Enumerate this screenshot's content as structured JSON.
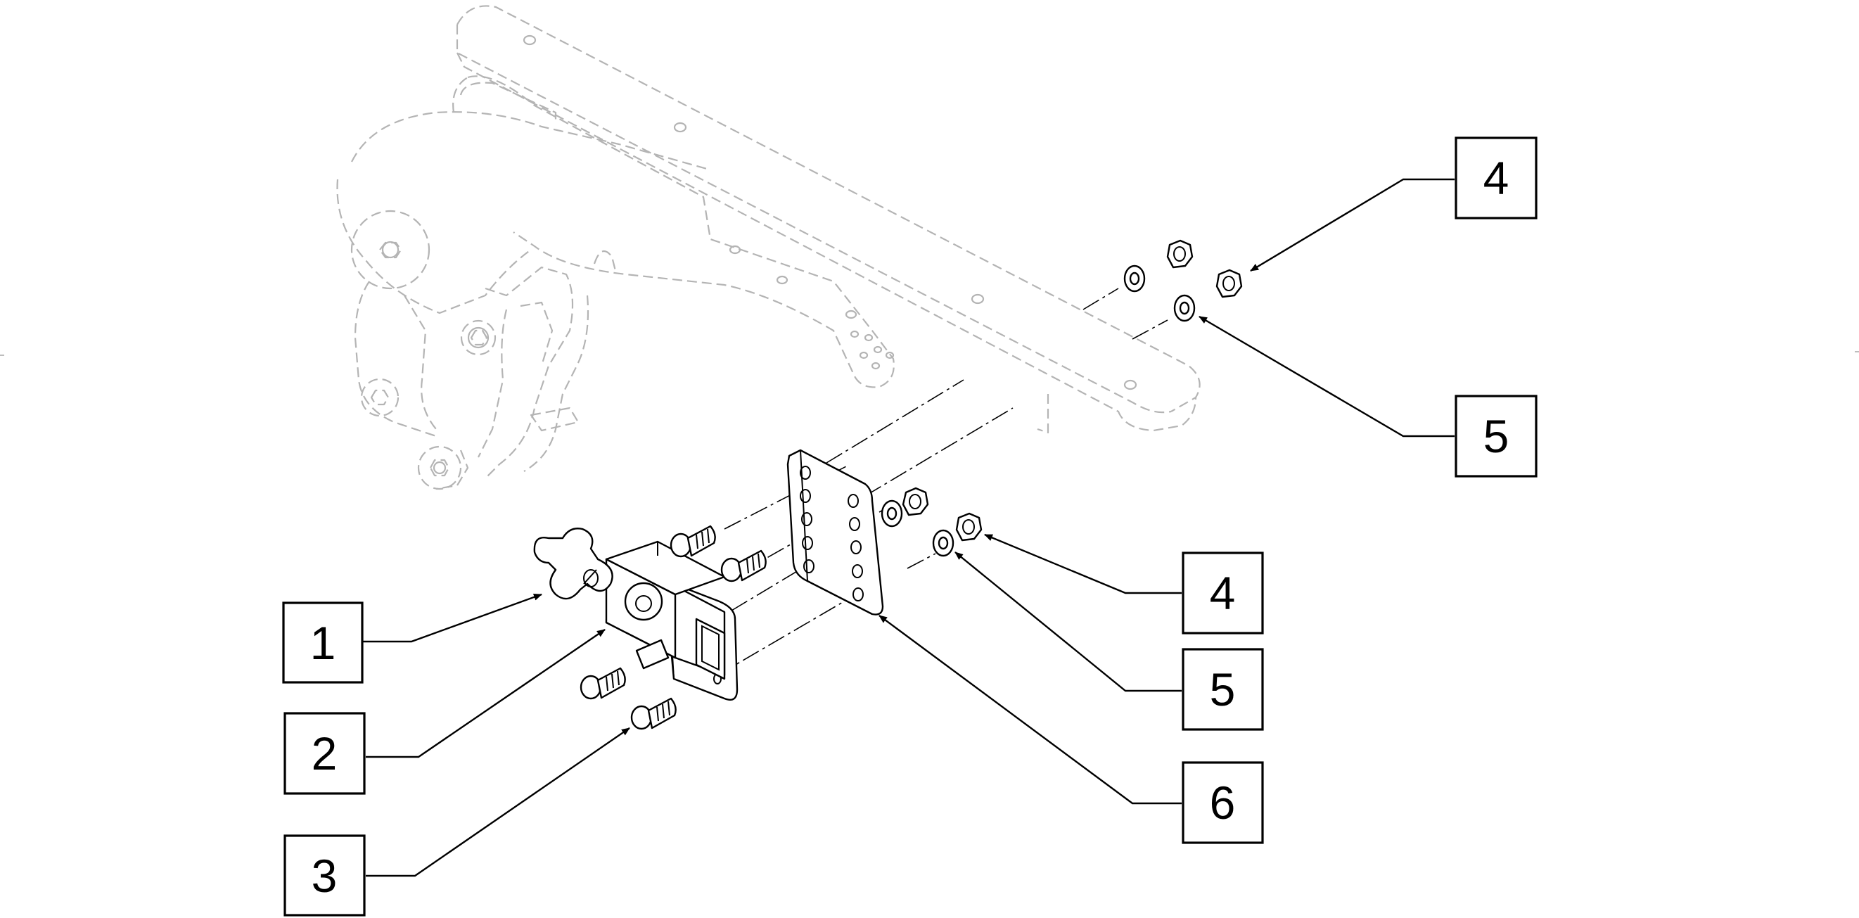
{
  "diagram": {
    "callouts": [
      {
        "id": "c1",
        "label": "1",
        "part": "knob"
      },
      {
        "id": "c2",
        "label": "2",
        "part": "receiver-tube"
      },
      {
        "id": "c3",
        "label": "3",
        "part": "screw"
      },
      {
        "id": "c4a",
        "label": "4",
        "part": "nut-upper"
      },
      {
        "id": "c5a",
        "label": "5",
        "part": "washer-upper"
      },
      {
        "id": "c4b",
        "label": "4",
        "part": "nut-lower"
      },
      {
        "id": "c5b",
        "label": "5",
        "part": "washer-lower"
      },
      {
        "id": "c6",
        "label": "6",
        "part": "mounting-plate"
      }
    ]
  },
  "colors": {
    "line": "#000000",
    "ghost": "#b4b4b4",
    "background": "#ffffff"
  }
}
